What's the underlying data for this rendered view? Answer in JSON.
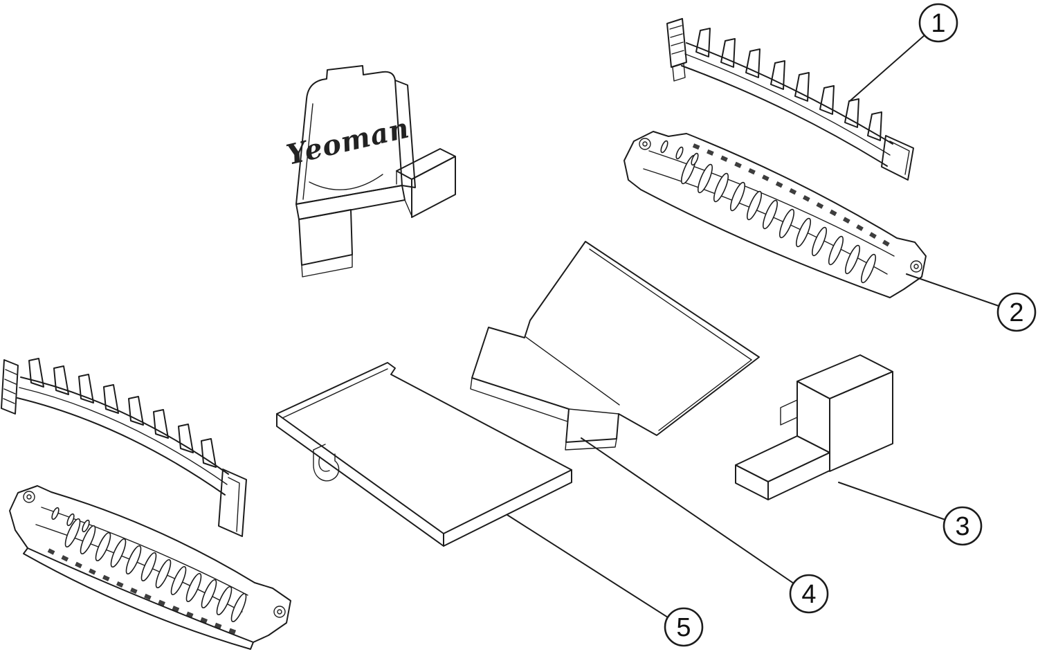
{
  "diagram": {
    "background_color": "#ffffff",
    "line_color": "#1c1c1c",
    "brand_text": "Yeoman",
    "callouts": [
      {
        "label": "1"
      },
      {
        "label": "2"
      },
      {
        "label": "3"
      },
      {
        "label": "4"
      },
      {
        "label": "5"
      }
    ]
  }
}
